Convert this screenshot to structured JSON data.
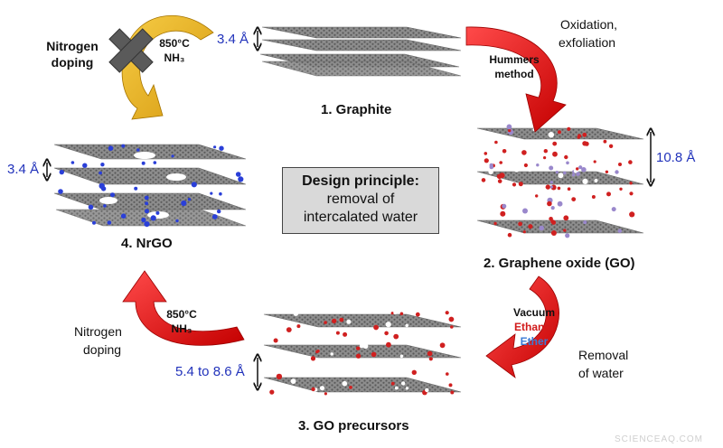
{
  "graphite": {
    "label": "1. Graphite",
    "spacing": "3.4 Å"
  },
  "go": {
    "label": "2. Graphene oxide (GO)",
    "spacing": "10.8 Å"
  },
  "precursors": {
    "label": "3. GO precursors",
    "spacing": "5.4 to 8.6 Å"
  },
  "nrgo": {
    "label": "4. NrGO",
    "spacing": "3.4 Å"
  },
  "design": {
    "title": "Design principle:",
    "line1": "removal of",
    "line2": "intercalated water"
  },
  "step_oxidation": {
    "text1": "Oxidation,",
    "text2": "exfoliation",
    "method1": "Hummers",
    "method2": "method"
  },
  "step_removal": {
    "solvent1": "Vacuum",
    "solvent2": "Ethanol",
    "solvent3": "Ether",
    "text1": "Removal",
    "text2": "of water"
  },
  "step_doping_bottom": {
    "temp": "850°C",
    "gas": "NH₃",
    "text1": "Nitrogen",
    "text2": "doping"
  },
  "step_doping_top": {
    "temp": "850°C",
    "gas": "NH₃",
    "text1": "Nitrogen",
    "text2": "doping"
  },
  "watermark": "SCIENCEAQ.COM",
  "colors": {
    "red_arrow": "#dd1111",
    "gold_arrow": "#e8b21c",
    "sheet": "#8a8a8a",
    "nitrogen": "#2a3fd8",
    "oxygen": "#d02020",
    "ion": "#9a88cc",
    "box": "#d9d9d9"
  }
}
